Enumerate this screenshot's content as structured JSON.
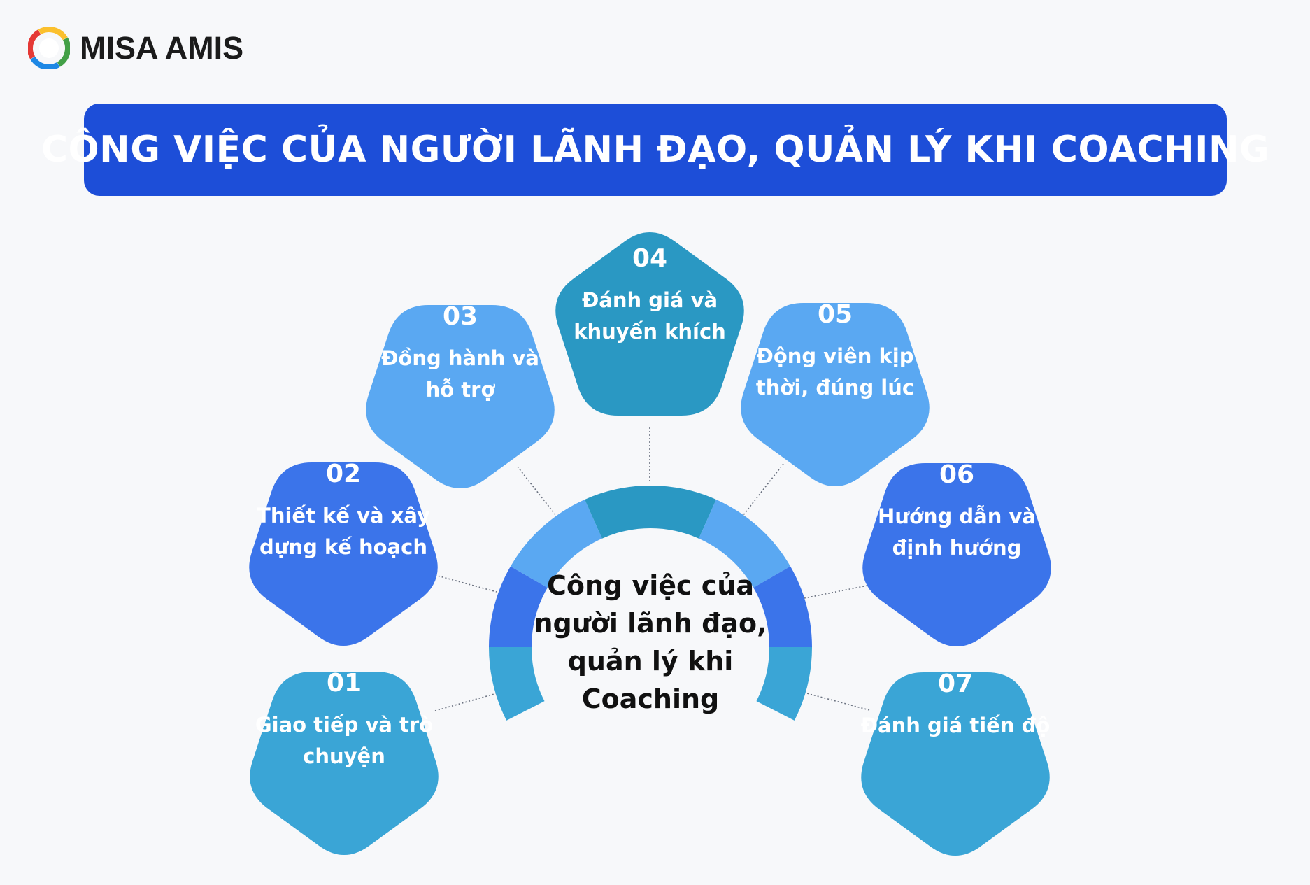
{
  "brand": {
    "name": "MISA AMIS",
    "logo_colors": [
      "#e53935",
      "#fbc02d",
      "#43a047",
      "#1e88e5"
    ]
  },
  "title": "CÔNG VIỆC CỦA NGƯỜI LÃNH ĐẠO, QUẢN LÝ KHI COACHING",
  "center": {
    "lines": [
      "Công việc của",
      "người lãnh đạo,",
      "quản lý khi",
      "Coaching"
    ]
  },
  "colors": {
    "banner": "#1d4ed8",
    "teal": "#3aa5d6",
    "royal": "#3b74ea",
    "sky": "#5aa8f2",
    "deep_teal": "#2a98c3"
  },
  "nodes": [
    {
      "number": "01",
      "lines": [
        "Giao tiếp và trò",
        "chuyện"
      ],
      "color": "#3aa5d6"
    },
    {
      "number": "02",
      "lines": [
        "Thiết kế và xây",
        "dựng kế hoạch"
      ],
      "color": "#3b74ea"
    },
    {
      "number": "03",
      "lines": [
        "Đồng hành và",
        "hỗ trợ"
      ],
      "color": "#5aa8f2"
    },
    {
      "number": "04",
      "lines": [
        "Đánh giá và",
        "khuyến khích"
      ],
      "color": "#2a98c3"
    },
    {
      "number": "05",
      "lines": [
        "Động viên kịp",
        "thời, đúng lúc"
      ],
      "color": "#5aa8f2"
    },
    {
      "number": "06",
      "lines": [
        "Hướng dẫn và",
        "định hướng"
      ],
      "color": "#3b74ea"
    },
    {
      "number": "07",
      "lines": [
        "Đánh giá tiến độ"
      ],
      "color": "#3aa5d6"
    }
  ]
}
